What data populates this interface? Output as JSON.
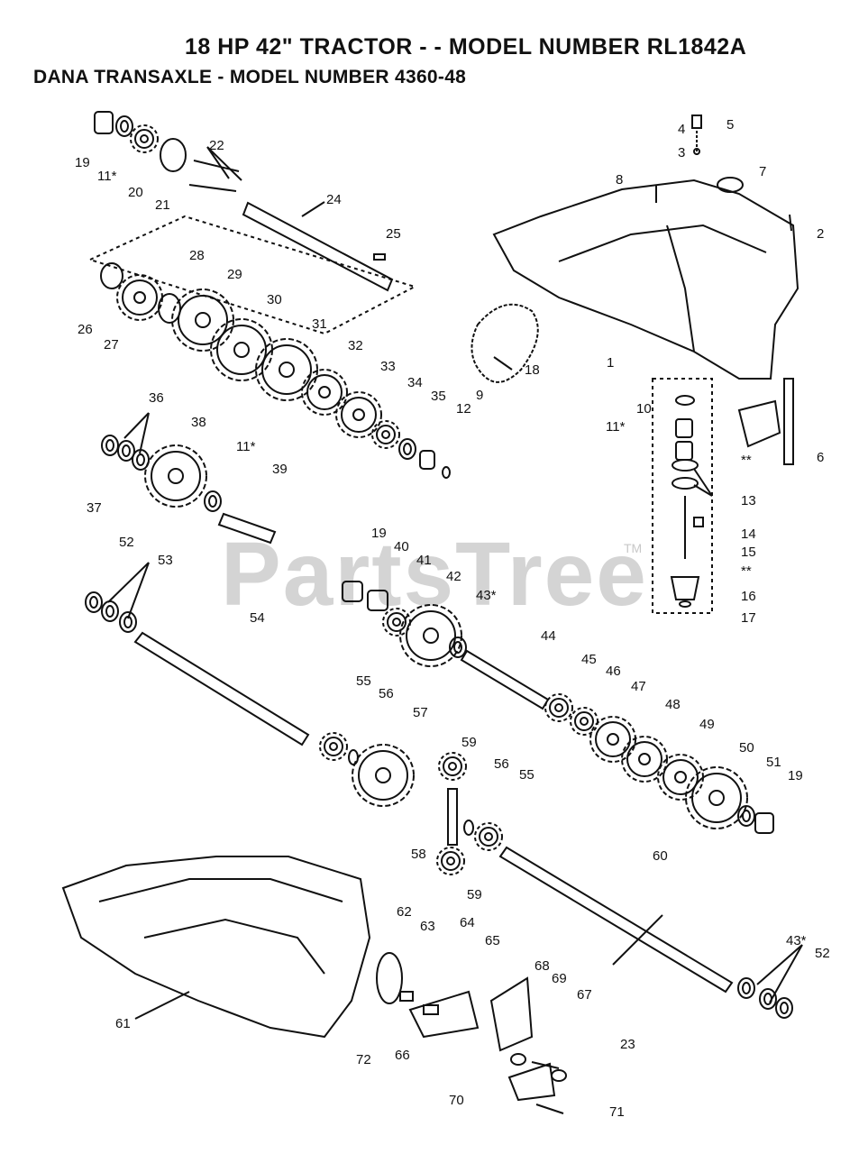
{
  "header": {
    "title": "18 HP 42\" TRACTOR - - MODEL NUMBER RL1842A",
    "subtitle": "DANA  TRANSAXLE - MODEL NUMBER 4360-48"
  },
  "watermark": {
    "text": "PartsTree",
    "tm": "TM"
  },
  "callouts": [
    {
      "id": "19a",
      "text": "19"
    },
    {
      "id": "11a",
      "text": "11*"
    },
    {
      "id": "20",
      "text": "20"
    },
    {
      "id": "21",
      "text": "21"
    },
    {
      "id": "22",
      "text": "22"
    },
    {
      "id": "24",
      "text": "24"
    },
    {
      "id": "25",
      "text": "25"
    },
    {
      "id": "26",
      "text": "26"
    },
    {
      "id": "27",
      "text": "27"
    },
    {
      "id": "28",
      "text": "28"
    },
    {
      "id": "29",
      "text": "29"
    },
    {
      "id": "30",
      "text": "30"
    },
    {
      "id": "31",
      "text": "31"
    },
    {
      "id": "32",
      "text": "32"
    },
    {
      "id": "33",
      "text": "33"
    },
    {
      "id": "34",
      "text": "34"
    },
    {
      "id": "35",
      "text": "35"
    },
    {
      "id": "12",
      "text": "12"
    },
    {
      "id": "9",
      "text": "9"
    },
    {
      "id": "36",
      "text": "36"
    },
    {
      "id": "37",
      "text": "37"
    },
    {
      "id": "38",
      "text": "38"
    },
    {
      "id": "11b",
      "text": "11*"
    },
    {
      "id": "39",
      "text": "39"
    },
    {
      "id": "18",
      "text": "18"
    },
    {
      "id": "4",
      "text": "4"
    },
    {
      "id": "5",
      "text": "5"
    },
    {
      "id": "3",
      "text": "3"
    },
    {
      "id": "8",
      "text": "8"
    },
    {
      "id": "7",
      "text": "7"
    },
    {
      "id": "2",
      "text": "2"
    },
    {
      "id": "1",
      "text": "1"
    },
    {
      "id": "10",
      "text": "10"
    },
    {
      "id": "11c",
      "text": "11*"
    },
    {
      "id": "ss1",
      "text": "**"
    },
    {
      "id": "6",
      "text": "6"
    },
    {
      "id": "13",
      "text": "13"
    },
    {
      "id": "14",
      "text": "14"
    },
    {
      "id": "15",
      "text": "15"
    },
    {
      "id": "ss2",
      "text": "**"
    },
    {
      "id": "16",
      "text": "16"
    },
    {
      "id": "17",
      "text": "17"
    },
    {
      "id": "52a",
      "text": "52"
    },
    {
      "id": "53",
      "text": "53"
    },
    {
      "id": "54",
      "text": "54"
    },
    {
      "id": "19b",
      "text": "19"
    },
    {
      "id": "40",
      "text": "40"
    },
    {
      "id": "41",
      "text": "41"
    },
    {
      "id": "42",
      "text": "42"
    },
    {
      "id": "43a",
      "text": "43*"
    },
    {
      "id": "44",
      "text": "44"
    },
    {
      "id": "45",
      "text": "45"
    },
    {
      "id": "46",
      "text": "46"
    },
    {
      "id": "47",
      "text": "47"
    },
    {
      "id": "48",
      "text": "48"
    },
    {
      "id": "49",
      "text": "49"
    },
    {
      "id": "50",
      "text": "50"
    },
    {
      "id": "51",
      "text": "51"
    },
    {
      "id": "19c",
      "text": "19"
    },
    {
      "id": "55a",
      "text": "55"
    },
    {
      "id": "56a",
      "text": "56"
    },
    {
      "id": "57",
      "text": "57"
    },
    {
      "id": "59a",
      "text": "59"
    },
    {
      "id": "56b",
      "text": "56"
    },
    {
      "id": "55b",
      "text": "55"
    },
    {
      "id": "58",
      "text": "58"
    },
    {
      "id": "59b",
      "text": "59"
    },
    {
      "id": "60",
      "text": "60"
    },
    {
      "id": "61",
      "text": "61"
    },
    {
      "id": "62",
      "text": "62"
    },
    {
      "id": "63",
      "text": "63"
    },
    {
      "id": "64",
      "text": "64"
    },
    {
      "id": "65",
      "text": "65"
    },
    {
      "id": "68",
      "text": "68"
    },
    {
      "id": "69",
      "text": "69"
    },
    {
      "id": "67",
      "text": "67"
    },
    {
      "id": "43b",
      "text": "43*"
    },
    {
      "id": "52b",
      "text": "52"
    },
    {
      "id": "72",
      "text": "72"
    },
    {
      "id": "66",
      "text": "66"
    },
    {
      "id": "23",
      "text": "23"
    },
    {
      "id": "70",
      "text": "70"
    },
    {
      "id": "71",
      "text": "71"
    }
  ]
}
